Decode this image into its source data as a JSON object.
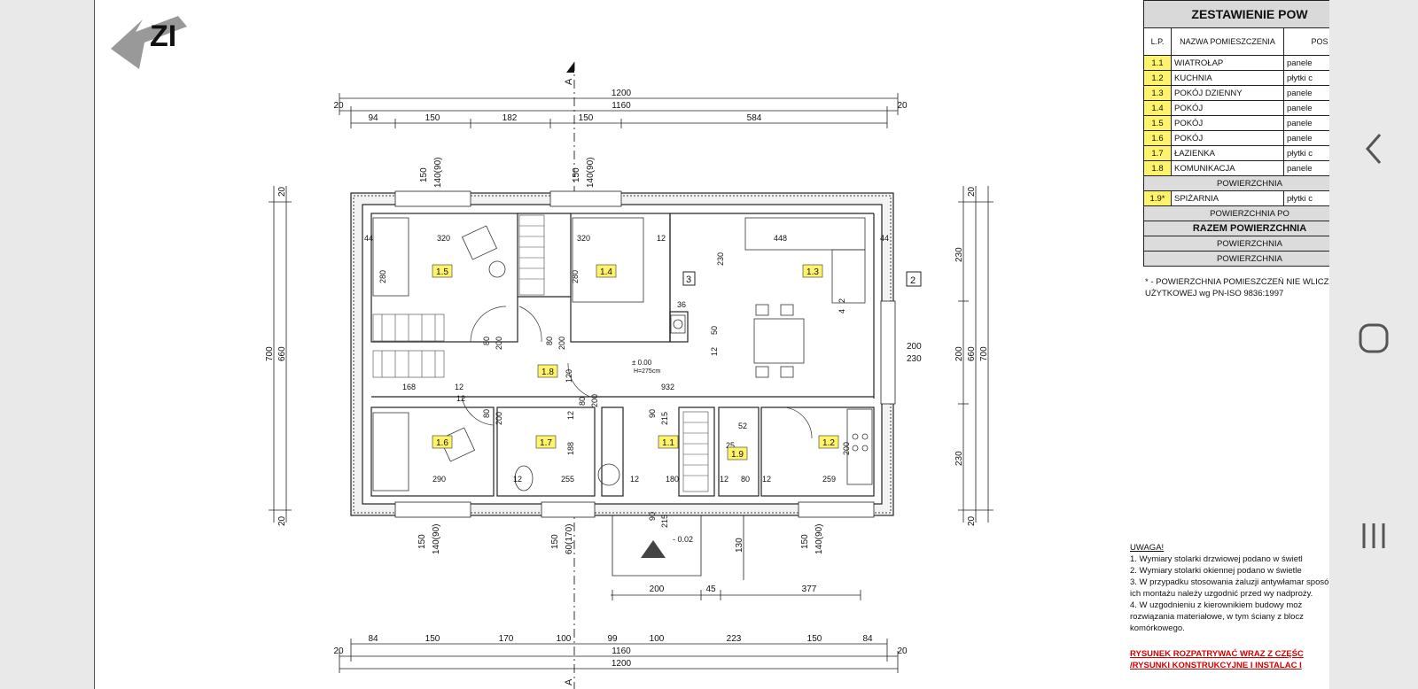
{
  "compass": {
    "label": "ZI"
  },
  "section": {
    "label": "A"
  },
  "dims": {
    "top_total": "1200",
    "top_inner": "1160",
    "top_edge_left": "20",
    "top_edge_right": "20",
    "top_segments": [
      "94",
      "150",
      "182",
      "150",
      "584"
    ],
    "bottom_total": "1200",
    "bottom_inner": "1160",
    "bottom_edge_left": "20",
    "bottom_edge_right": "20",
    "bottom_segments": [
      "84",
      "150",
      "170",
      "100",
      "99",
      "100",
      "223",
      "150",
      "84"
    ],
    "left_outer": "700",
    "left_inner": "660",
    "left_edge_top": "20",
    "left_edge_bottom": "20",
    "right_outer": "700",
    "right_inner": "660",
    "right_edge_top": "20",
    "right_edge_bottom": "20",
    "right_segments": [
      "230",
      "200",
      "230"
    ],
    "window_top_a": [
      "150",
      "140(90)"
    ],
    "window_top_b": [
      "150",
      "140(90)"
    ],
    "window_bot_a": [
      "150",
      "140(90)"
    ],
    "window_bot_b": [
      "150",
      "60(170)"
    ],
    "window_bot_c": [
      "150",
      "140(90)"
    ],
    "porch": [
      "200",
      "45",
      "377"
    ],
    "porch_depth": "130",
    "window_right": [
      "200",
      "230"
    ],
    "markers": [
      "2",
      "3"
    ],
    "level_inside": "± 0.00",
    "level_height": "H=275cm",
    "level_outside": "- 0.02",
    "inner_labels": [
      "44",
      "320",
      "44",
      "320",
      "12",
      "448",
      "280",
      "280",
      "230",
      "36",
      "80",
      "200",
      "80",
      "200",
      "50",
      "12",
      "168",
      "12",
      "120",
      "12",
      "932",
      "80",
      "200",
      "80",
      "200",
      "90",
      "215",
      "52",
      "25",
      "12",
      "188",
      "255",
      "12",
      "180",
      "12",
      "80",
      "12",
      "259",
      "200",
      "290",
      "12",
      "90",
      "215",
      "4",
      "2"
    ]
  },
  "rooms": [
    {
      "id": "1.1"
    },
    {
      "id": "1.2"
    },
    {
      "id": "1.3"
    },
    {
      "id": "1.4"
    },
    {
      "id": "1.5"
    },
    {
      "id": "1.6"
    },
    {
      "id": "1.7"
    },
    {
      "id": "1.8"
    },
    {
      "id": "1.9"
    }
  ],
  "table": {
    "title": "ZESTAWIENIE POW",
    "col_lp": "L.P.",
    "col_name": "NAZWA POMIESZCZENIA",
    "col_floor": "POS",
    "rows": [
      {
        "lp": "1.1",
        "name": "WIATROŁAP",
        "floor": "panele"
      },
      {
        "lp": "1.2",
        "name": "KUCHNIA",
        "floor": "płytki c"
      },
      {
        "lp": "1.3",
        "name": "POKÓJ DZIENNY",
        "floor": "panele"
      },
      {
        "lp": "1.4",
        "name": "POKÓJ",
        "floor": "panele"
      },
      {
        "lp": "1.5",
        "name": "POKÓJ",
        "floor": "panele"
      },
      {
        "lp": "1.6",
        "name": "POKÓJ",
        "floor": "panele"
      },
      {
        "lp": "1.7",
        "name": "ŁAZIENKA",
        "floor": "płytki c"
      },
      {
        "lp": "1.8",
        "name": "KOMUNIKACJA",
        "floor": "panele"
      }
    ],
    "subtotal_1": "POWIERZCHNIA",
    "extra_row": {
      "lp": "1.9*",
      "name": "SPIŻARNIA",
      "floor": "płytki c"
    },
    "subtotal_2": "POWIERZCHNIA PO",
    "total": "RAZEM POWIERZCHNIA",
    "sum_1": "POWIERZCHNIA",
    "sum_2": "POWIERZCHNIA"
  },
  "footnote": "* - POWIERZCHNIA POMIESZCZEŃ NIE WLICZ UŻYTKOWEJ  wg PN-ISO 9836:1997",
  "notes": {
    "heading": "UWAGA!",
    "items": [
      "1. Wymiary stolarki drzwiowej podano w świetl",
      "2. Wymiary stolarki okiennej podano w świetle",
      "3. W przypadku stosowania żaluzji antywłamar sposób ich montażu należy uzgodnić przed wy nadproży.",
      "4. W uzgodnieniu z kierownikiem budowy moż rozwiązania materiałowe, w tym ściany z blocz komórkowego."
    ],
    "warning": "RYSUNEK ROZPATRYWAĆ WRAZ Z CZĘŚC /RYSUNKI KONSTRUKCYJNE I INSTALAC I"
  },
  "nav": {
    "back_icon": "chevron-left-icon",
    "home_icon": "home-icon",
    "recents_icon": "recents-icon"
  }
}
